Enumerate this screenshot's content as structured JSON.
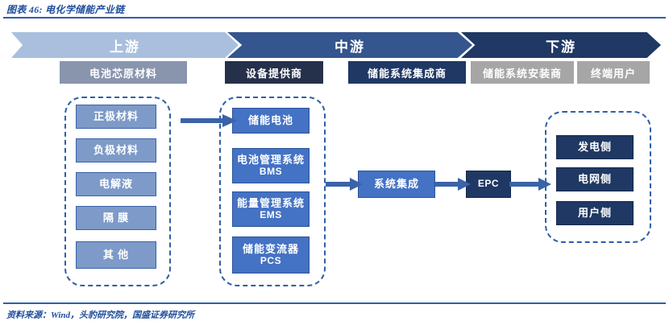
{
  "header": {
    "title": "图表 46: 电化学储能产业链"
  },
  "footer": {
    "source": "资料来源：Wind，头豹研究院，国盛证券研究所"
  },
  "chain_stages": [
    {
      "id": "upstream",
      "label": "上游",
      "color": "#A9BFDD"
    },
    {
      "id": "midstream",
      "label": "中游",
      "color": "#34558E"
    },
    {
      "id": "downstream",
      "label": "下游",
      "color": "#1F3864"
    }
  ],
  "role_labels": [
    {
      "id": "raw-materials",
      "label": "电池芯原材料",
      "color": "#8895AD"
    },
    {
      "id": "equipment-supplier",
      "label": "设备提供商",
      "color": "#25304A"
    },
    {
      "id": "system-integrator",
      "label": "储能系统集成商",
      "color": "#1F3864"
    },
    {
      "id": "system-installer",
      "label": "储能系统安装商",
      "color": "#A6A6A6"
    },
    {
      "id": "end-user",
      "label": "终端用户",
      "color": "#A6A6A6"
    }
  ],
  "groups": {
    "upstream": {
      "nodes": [
        {
          "id": "cathode",
          "cn": "正极材料"
        },
        {
          "id": "anode",
          "cn": "负极材料"
        },
        {
          "id": "electrolyte",
          "cn": "电解液"
        },
        {
          "id": "separator",
          "cn": "隔  膜"
        },
        {
          "id": "other",
          "cn": "其  他"
        }
      ]
    },
    "midstream": {
      "nodes": [
        {
          "id": "storage-battery",
          "cn": "储能电池",
          "en": ""
        },
        {
          "id": "bms",
          "cn": "电池管理系统",
          "en": "BMS"
        },
        {
          "id": "ems",
          "cn": "能量管理系统",
          "en": "EMS"
        },
        {
          "id": "pcs",
          "cn": "储能变流器",
          "en": "PCS"
        }
      ]
    },
    "downstream": {
      "nodes": [
        {
          "id": "generation-side",
          "cn": "发电侧"
        },
        {
          "id": "grid-side",
          "cn": "电网侧"
        },
        {
          "id": "user-side",
          "cn": "用户侧"
        }
      ]
    }
  },
  "flow_nodes": [
    {
      "id": "system-integration",
      "cn": "系统集成",
      "color": "#4472C4"
    },
    {
      "id": "epc",
      "cn": "EPC",
      "color": "#1F3864"
    }
  ],
  "colors": {
    "accent_blue": "#2E5FA8",
    "title_blue": "#1F4E9C",
    "node_light": "#7D9AC8",
    "node_blue": "#4472C4",
    "node_navy": "#1F3864",
    "gray": "#A6A6A6",
    "arrow": "#3A63A8"
  }
}
